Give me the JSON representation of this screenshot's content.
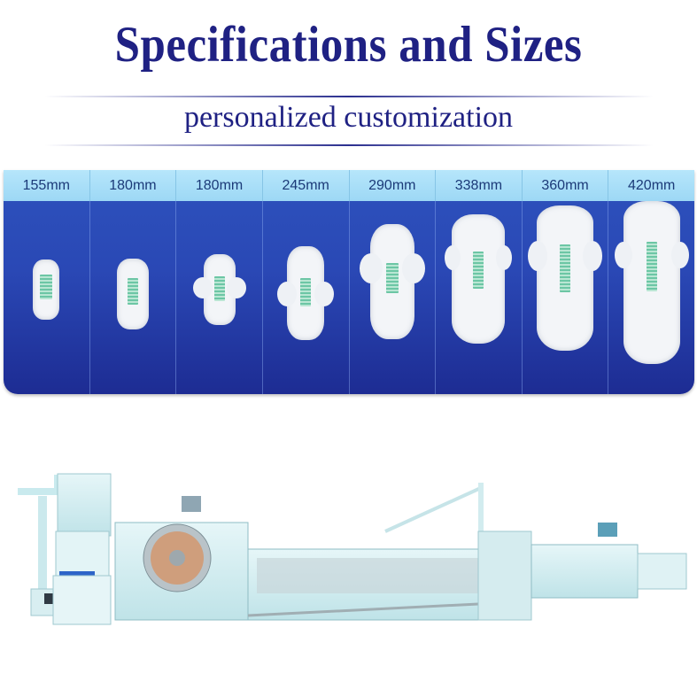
{
  "header": {
    "title": "Specifications and Sizes",
    "subtitle": "personalized customization"
  },
  "colors": {
    "title": "#1f2183",
    "panel_blue": "#2a48b5",
    "header_strip": "#9dd8f5",
    "size_label": "#1b3a78",
    "absorbent_core": "#6cc6a5"
  },
  "sizes": [
    {
      "label": "155mm",
      "type": "panty-liner"
    },
    {
      "label": "180mm",
      "type": "panty-liner"
    },
    {
      "label": "180mm",
      "type": "winged-pad"
    },
    {
      "label": "245mm",
      "type": "winged-pad"
    },
    {
      "label": "290mm",
      "type": "winged-pad"
    },
    {
      "label": "338mm",
      "type": "winged-pad"
    },
    {
      "label": "360mm",
      "type": "winged-pad"
    },
    {
      "label": "420mm",
      "type": "winged-pad"
    }
  ],
  "machine": {
    "description": "sanitary napkin production line machine"
  }
}
